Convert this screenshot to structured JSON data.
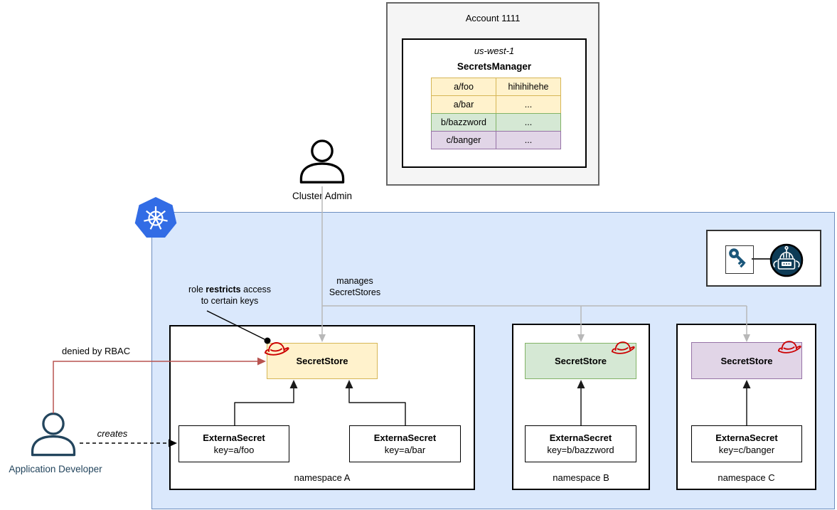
{
  "diagram": {
    "account": {
      "title": "Account 1111",
      "region": "us-west-1",
      "service": "SecretsManager",
      "secrets": [
        {
          "key": "a/foo",
          "value": "hihihihehe",
          "color": "#fff2cc"
        },
        {
          "key": "a/bar",
          "value": "...",
          "color": "#fff2cc"
        },
        {
          "key": "b/bazzword",
          "value": "...",
          "color": "#d5e8d4"
        },
        {
          "key": "c/banger",
          "value": "...",
          "color": "#e1d5e7"
        }
      ]
    },
    "actors": {
      "cluster_admin": "Cluster Admin",
      "app_developer": "Application Developer"
    },
    "annotations": {
      "manages_line1": "manages",
      "manages_line2": "SecretStores",
      "role_line1_pre": "role ",
      "role_line1_bold": "restricts",
      "role_line1_post": " access",
      "role_line2": "to certain keys",
      "denied": "denied by RBAC",
      "creates": "creates"
    },
    "namespaces": [
      {
        "label": "namespace A",
        "store_label": "SecretStore",
        "external_secrets": [
          {
            "name": "ExternaSecret",
            "key": "key=a/foo"
          },
          {
            "name": "ExternaSecret",
            "key": "key=a/bar"
          }
        ]
      },
      {
        "label": "namespace B",
        "store_label": "SecretStore",
        "external_secrets": [
          {
            "name": "ExternaSecret",
            "key": "key=b/bazzword"
          }
        ]
      },
      {
        "label": "namespace C",
        "store_label": "SecretStore",
        "external_secrets": [
          {
            "name": "ExternaSecret",
            "key": "key=c/banger"
          }
        ]
      }
    ],
    "icons": {
      "kubernetes": "kubernetes-wheel-logo",
      "key": "key-icon",
      "robot": "external-secrets-robot-icon",
      "red_hat": "red-fedora-icon",
      "person": "person-silhouette-icon"
    },
    "colors": {
      "zone_fill": "#dae8fc",
      "zone_border": "#6c8ebf",
      "yellow_fill": "#fff2cc",
      "yellow_border": "#d6b656",
      "green_fill": "#d5e8d4",
      "green_border": "#82b366",
      "purple_fill": "#e1d5e7",
      "purple_border": "#9673a6",
      "red_arrow": "#b85450",
      "red_hat": "#cc0001",
      "gray_arrow": "#b8b8b8",
      "kubernetes_blue": "#326ce5",
      "navy_icon": "#23455d"
    }
  }
}
